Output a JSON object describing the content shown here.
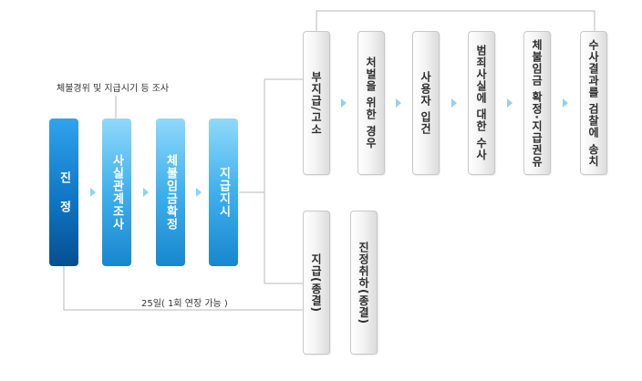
{
  "labels": {
    "investigation_note": "체불경위 및 지급시기 등 조사",
    "deadline_note": "25일( 1회 연장 가능 )"
  },
  "steps": {
    "petition": "진 정",
    "fact_finding": "사실관계조사",
    "wage_confirm": "체불임금확정",
    "pay_order": "지급지시"
  },
  "outcomes": {
    "non_payment": "부지급/고소",
    "wants_punish": "처벌을 위한 경우",
    "employer_booked": "사용자 입건",
    "crime_investigation": "범죄사실에 대한 수사",
    "wage_confirm_payment": "체불임금 확정·지급권유",
    "refer_prosecution": "수사결과를 검찰에 송치",
    "payment_closed": "지급(종결)",
    "withdrawal_closed": "진정취하(종결)"
  },
  "colors": {
    "dark_blue": "#0f76c4",
    "light_blue": "#3fb0ec",
    "connector": "#b5b5b5",
    "arrow": "#8fd3f3"
  }
}
